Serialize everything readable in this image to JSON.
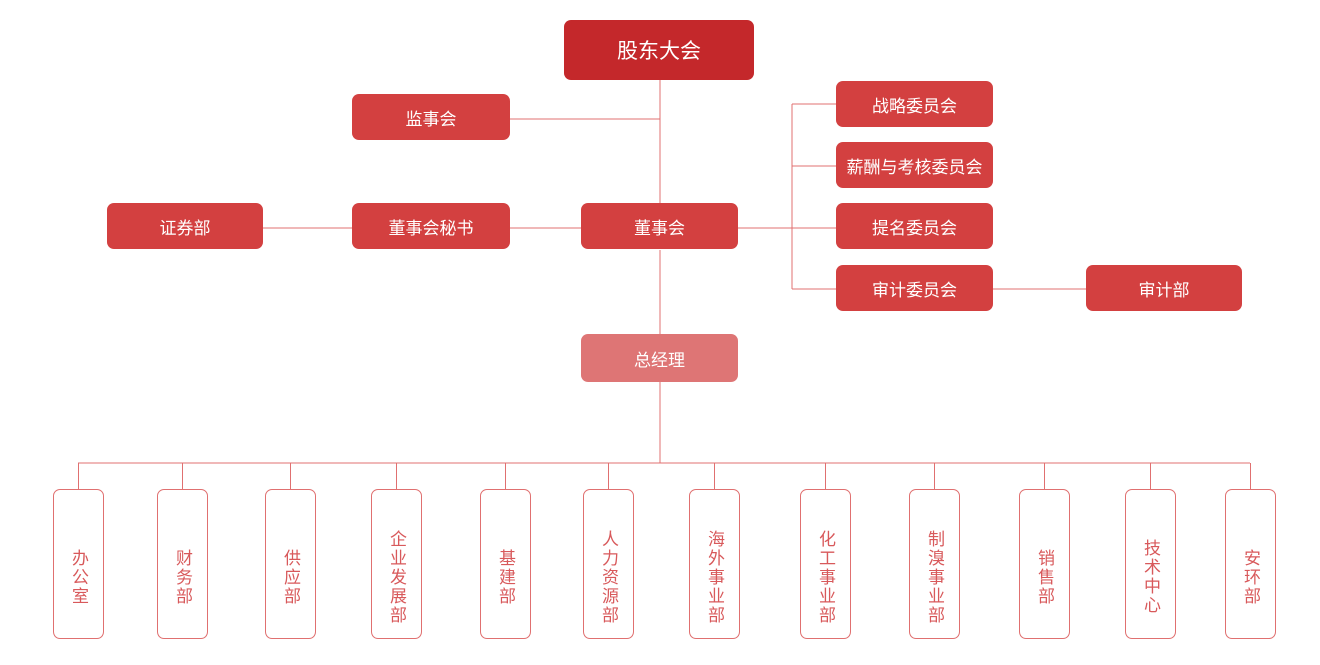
{
  "nodes": {
    "shareholders": "股东大会",
    "supervisors": "监事会",
    "board": "董事会",
    "board_secretary": "董事会秘书",
    "securities": "证券部",
    "strategy_committee": "战略委员会",
    "compensation_committee": "薪酬与考核委员会",
    "nomination_committee": "提名委员会",
    "audit_committee": "审计委员会",
    "audit_dept": "审计部",
    "general_manager": "总经理"
  },
  "departments": [
    "办公室",
    "财务部",
    "供应部",
    "企业发展部",
    "基建部",
    "人力资源部",
    "海外事业部",
    "化工事业部",
    "制溴事业部",
    "销售部",
    "技术中心",
    "安环部"
  ],
  "colors": {
    "dark_red": "#c4282b",
    "red": "#d34040",
    "light_red": "#de7575",
    "line": "#e07070"
  }
}
